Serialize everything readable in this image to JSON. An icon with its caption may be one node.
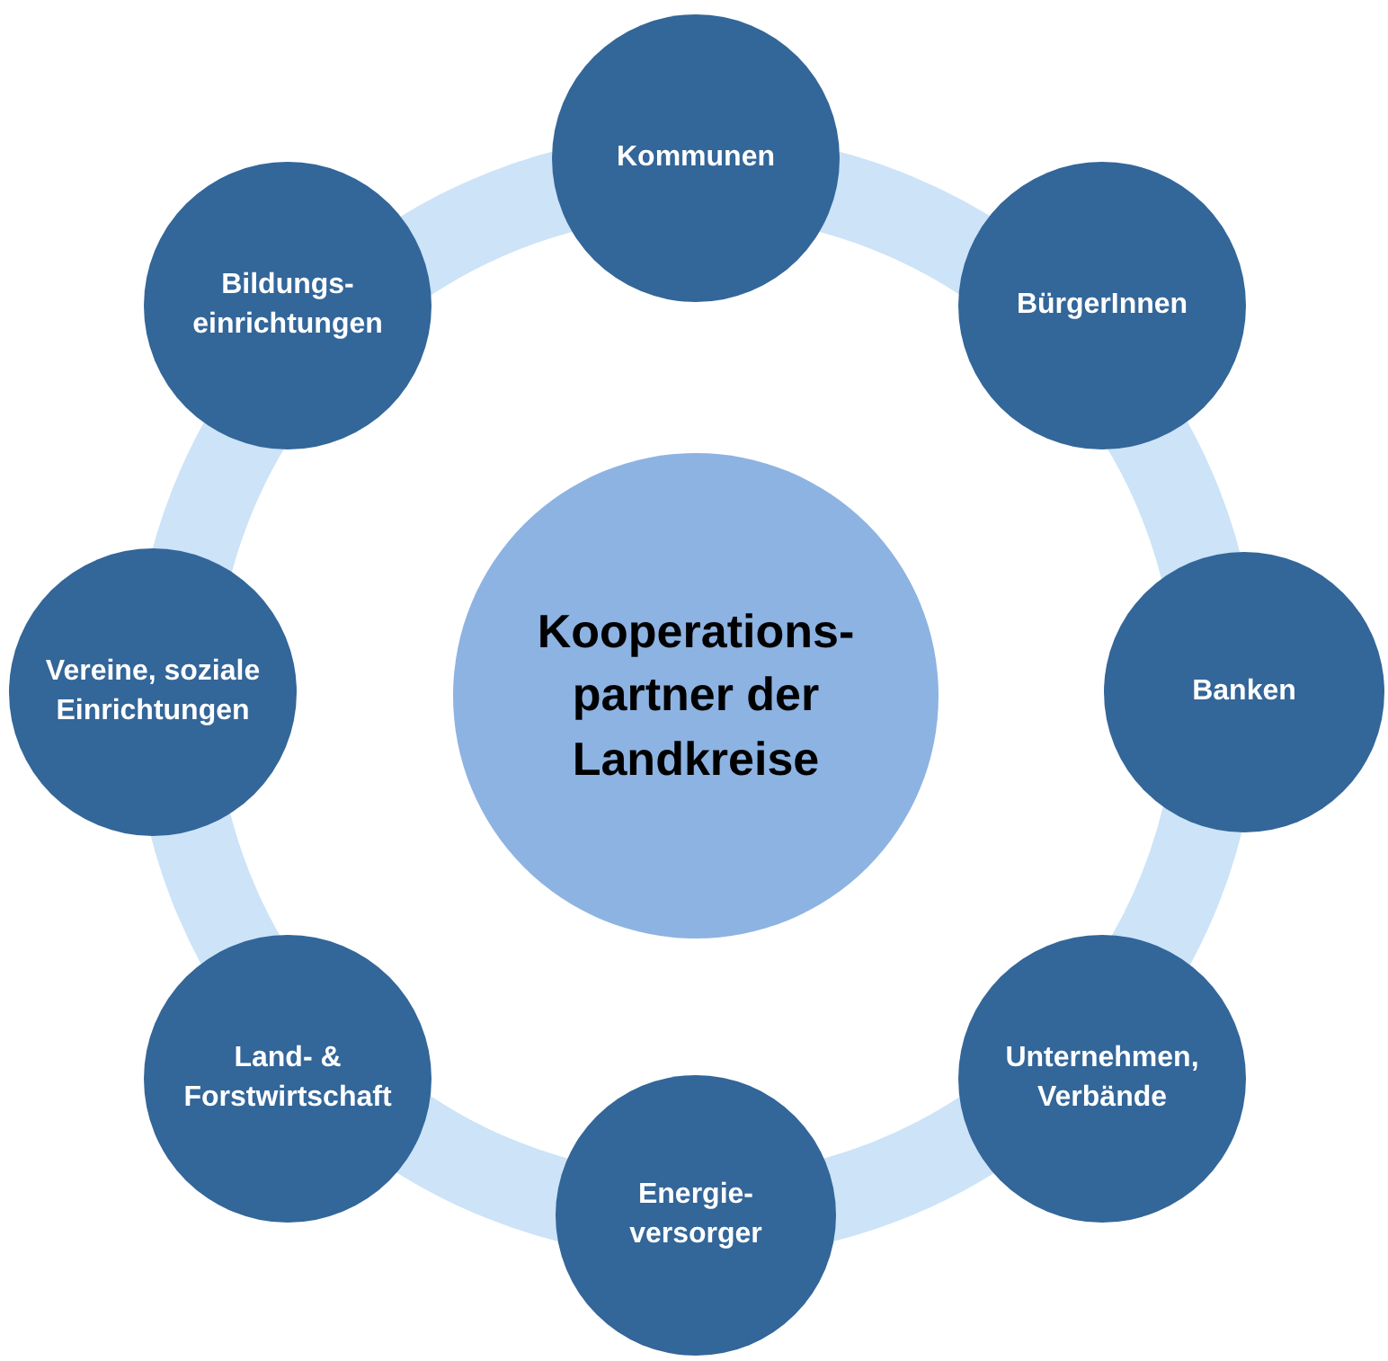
{
  "diagram": {
    "nodes": [
      {
        "text": [
          "Kooperations- partner der Landkreise"
        ]
      },
      {
        "text": [
          "Kommunen"
        ]
      },
      {
        "text": [
          "BürgerInnen"
        ]
      },
      {
        "text": [
          "Banken"
        ]
      },
      {
        "text": [
          "Unternehmen, Verbände"
        ]
      },
      {
        "text": [
          "Energie- versorger"
        ]
      },
      {
        "text": [
          "Land- & Forstwirtschaft"
        ]
      },
      {
        "text": [
          "Vereine, soziale Einrichtungen"
        ]
      },
      {
        "text": [
          "Bildungs- einrichtungen"
        ]
      }
    ]
  }
}
